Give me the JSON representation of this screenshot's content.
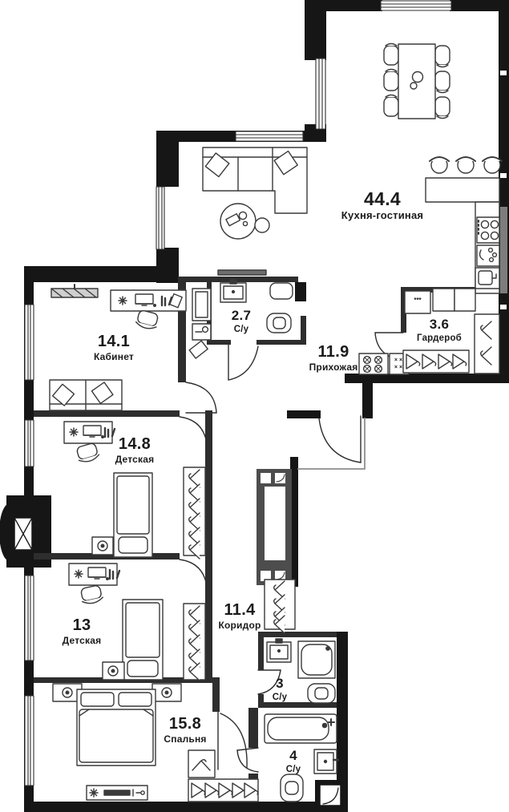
{
  "plan": {
    "rooms": [
      {
        "id": "kitchen-living",
        "area": "44.4",
        "name": "Кухня-гостиная"
      },
      {
        "id": "bath-1",
        "area": "2.7",
        "name": "С/у"
      },
      {
        "id": "office",
        "area": "14.1",
        "name": "Кабинет"
      },
      {
        "id": "hallway",
        "area": "11.9",
        "name": "Прихожая"
      },
      {
        "id": "wardrobe-room",
        "area": "3.6",
        "name": "Гардероб"
      },
      {
        "id": "kids-room-1",
        "area": "14.8",
        "name": "Детская"
      },
      {
        "id": "kids-room-2",
        "area": "13",
        "name": "Детская"
      },
      {
        "id": "corridor",
        "area": "11.4",
        "name": "Коридор"
      },
      {
        "id": "bath-2",
        "area": "3",
        "name": "С/у"
      },
      {
        "id": "bedroom",
        "area": "15.8",
        "name": "Спальня"
      },
      {
        "id": "bath-3",
        "area": "4",
        "name": "С/у"
      }
    ],
    "icons": {
      "washing_machine_marks": "***",
      "shoe_rack_marks_row1": "××",
      "shoe_rack_marks_row2": "××"
    },
    "colors": {
      "wall": "#161616",
      "interior_wall": "#2e2e2e",
      "furniture_stroke": "#3a3a3a",
      "shaft_gray": "#4d4d4d"
    }
  }
}
